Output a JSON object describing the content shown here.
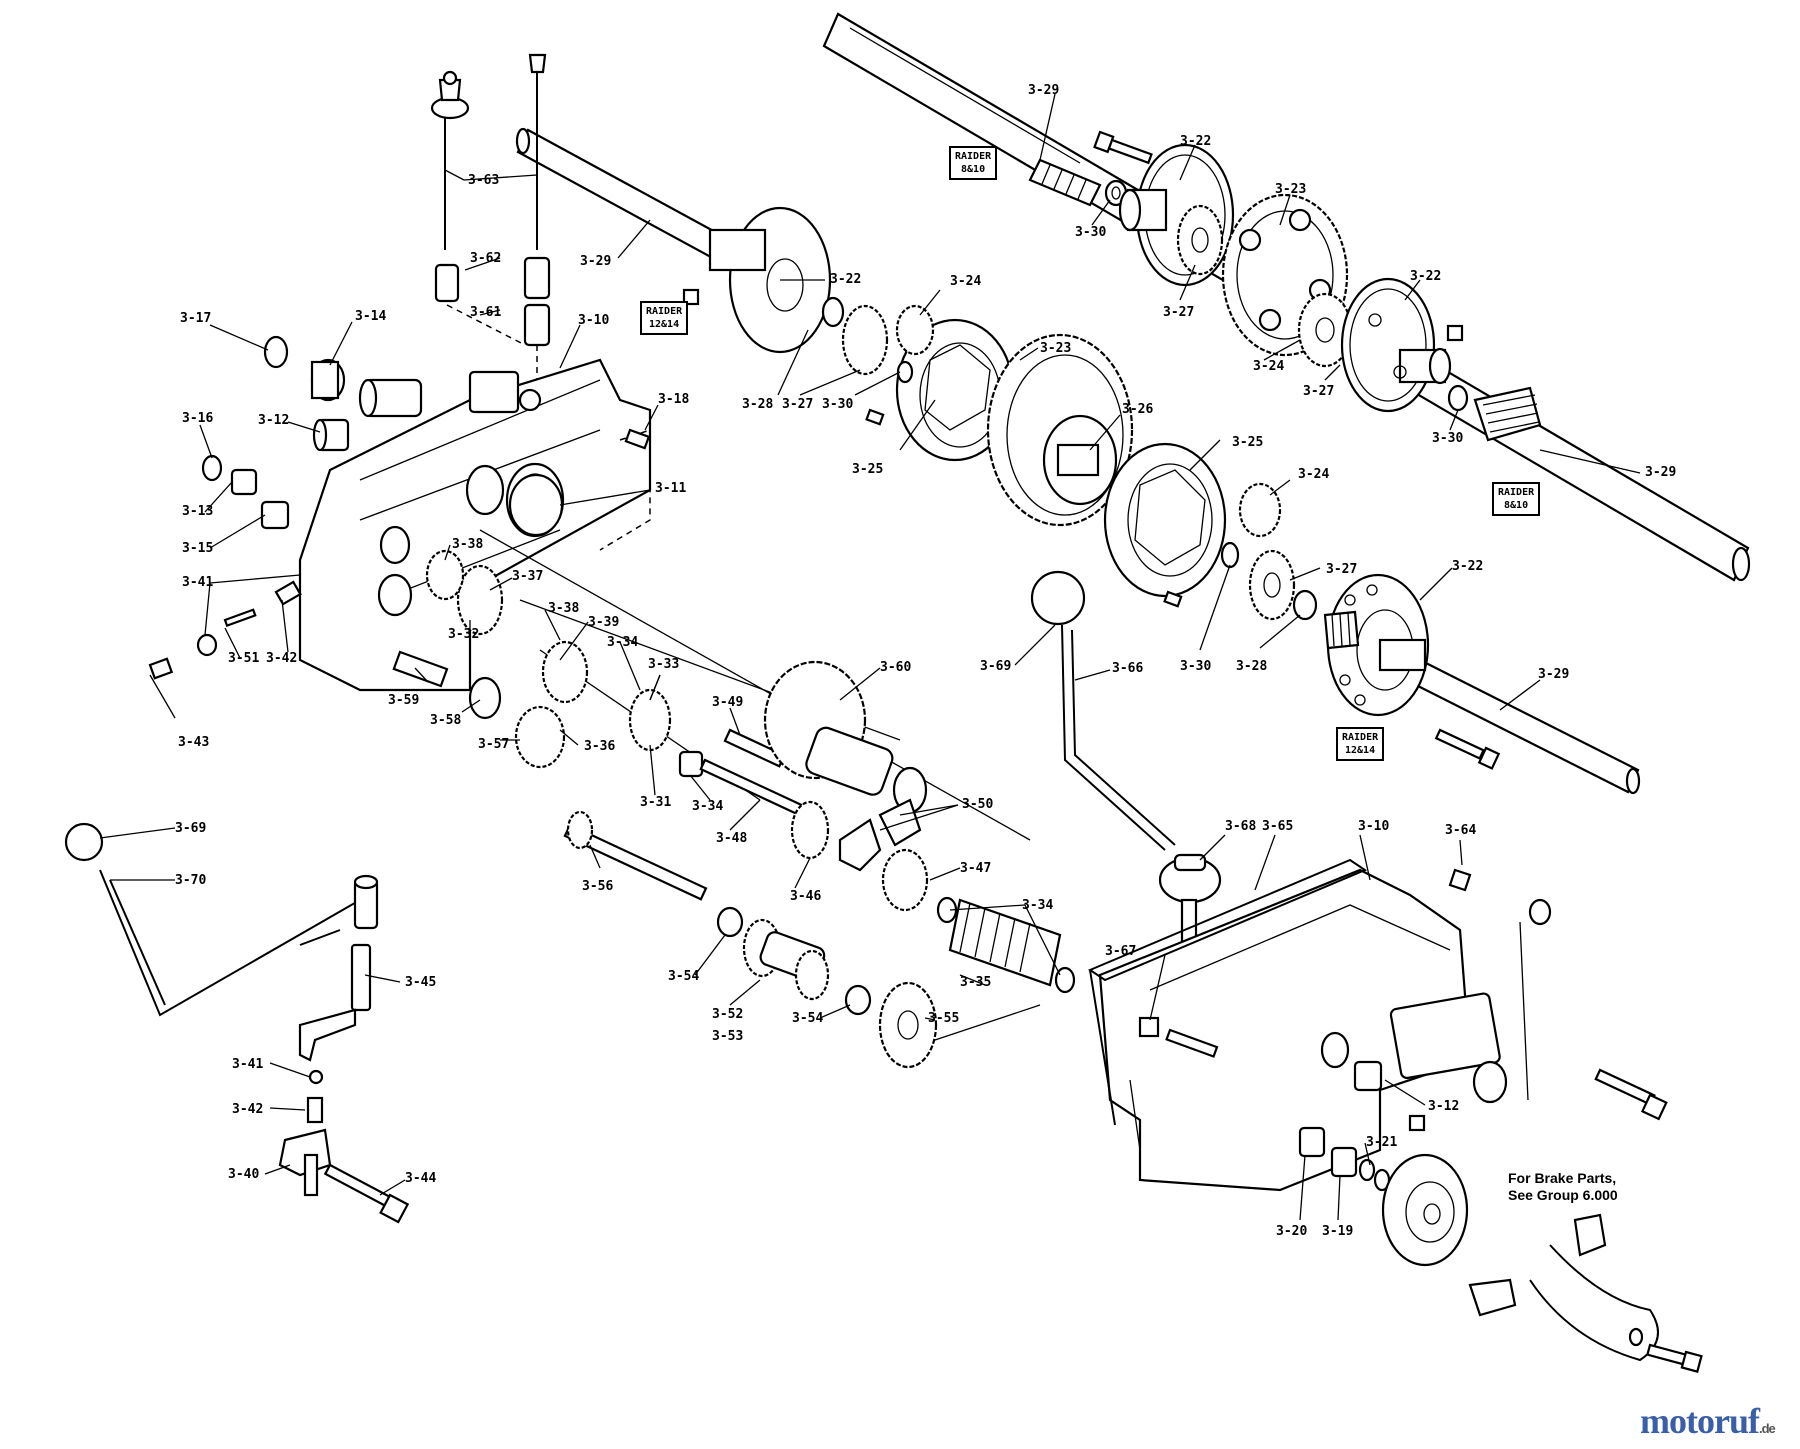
{
  "labels": [
    {
      "id": "3-29a",
      "text": "3-29"
    },
    {
      "id": "3-22a",
      "text": "3-22"
    },
    {
      "id": "3-23a",
      "text": "3-23"
    },
    {
      "id": "3-30a",
      "text": "3-30"
    },
    {
      "id": "3-27a",
      "text": "3-27"
    },
    {
      "id": "3-24a",
      "text": "3-24"
    },
    {
      "id": "3-27b",
      "text": "3-27"
    },
    {
      "id": "3-22b",
      "text": "3-22"
    },
    {
      "id": "3-30b",
      "text": "3-30"
    },
    {
      "id": "3-29b",
      "text": "3-29"
    },
    {
      "id": "3-63",
      "text": "3-63"
    },
    {
      "id": "3-62",
      "text": "3-62"
    },
    {
      "id": "3-61",
      "text": "3-61"
    },
    {
      "id": "3-29c",
      "text": "3-29"
    },
    {
      "id": "3-22c",
      "text": "3-22"
    },
    {
      "id": "3-24b",
      "text": "3-24"
    },
    {
      "id": "3-23b",
      "text": "3-23"
    },
    {
      "id": "3-28a",
      "text": "3-28"
    },
    {
      "id": "3-27c",
      "text": "3-27"
    },
    {
      "id": "3-30c",
      "text": "3-30"
    },
    {
      "id": "3-25a",
      "text": "3-25"
    },
    {
      "id": "3-26",
      "text": "3-26"
    },
    {
      "id": "3-25b",
      "text": "3-25"
    },
    {
      "id": "3-24c",
      "text": "3-24"
    },
    {
      "id": "3-27d",
      "text": "3-27"
    },
    {
      "id": "3-22d",
      "text": "3-22"
    },
    {
      "id": "3-30d",
      "text": "3-30"
    },
    {
      "id": "3-28b",
      "text": "3-28"
    },
    {
      "id": "3-29d",
      "text": "3-29"
    },
    {
      "id": "3-17",
      "text": "3-17"
    },
    {
      "id": "3-14",
      "text": "3-14"
    },
    {
      "id": "3-10a",
      "text": "3-10"
    },
    {
      "id": "3-18",
      "text": "3-18"
    },
    {
      "id": "3-16",
      "text": "3-16"
    },
    {
      "id": "3-12a",
      "text": "3-12"
    },
    {
      "id": "3-11",
      "text": "3-11"
    },
    {
      "id": "3-13",
      "text": "3-13"
    },
    {
      "id": "3-15",
      "text": "3-15"
    },
    {
      "id": "3-38a",
      "text": "3-38"
    },
    {
      "id": "3-37",
      "text": "3-37"
    },
    {
      "id": "3-38b",
      "text": "3-38"
    },
    {
      "id": "3-41a",
      "text": "3-41"
    },
    {
      "id": "3-39",
      "text": "3-39"
    },
    {
      "id": "3-32",
      "text": "3-32"
    },
    {
      "id": "3-34a",
      "text": "3-34"
    },
    {
      "id": "3-51",
      "text": "3-51"
    },
    {
      "id": "3-42a",
      "text": "3-42"
    },
    {
      "id": "3-33",
      "text": "3-33"
    },
    {
      "id": "3-59",
      "text": "3-59"
    },
    {
      "id": "3-60",
      "text": "3-60"
    },
    {
      "id": "3-58",
      "text": "3-58"
    },
    {
      "id": "3-49",
      "text": "3-49"
    },
    {
      "id": "3-43",
      "text": "3-43"
    },
    {
      "id": "3-57",
      "text": "3-57"
    },
    {
      "id": "3-36",
      "text": "3-36"
    },
    {
      "id": "3-31",
      "text": "3-31"
    },
    {
      "id": "3-34b",
      "text": "3-34"
    },
    {
      "id": "3-50",
      "text": "3-50"
    },
    {
      "id": "3-48",
      "text": "3-48"
    },
    {
      "id": "3-69a",
      "text": "3-69"
    },
    {
      "id": "3-66",
      "text": "3-66"
    },
    {
      "id": "3-69b",
      "text": "3-69"
    },
    {
      "id": "3-70",
      "text": "3-70"
    },
    {
      "id": "3-46",
      "text": "3-46"
    },
    {
      "id": "3-47",
      "text": "3-47"
    },
    {
      "id": "3-56",
      "text": "3-56"
    },
    {
      "id": "3-68",
      "text": "3-68"
    },
    {
      "id": "3-65",
      "text": "3-65"
    },
    {
      "id": "3-10b",
      "text": "3-10"
    },
    {
      "id": "3-64",
      "text": "3-64"
    },
    {
      "id": "3-34c",
      "text": "3-34"
    },
    {
      "id": "3-45",
      "text": "3-45"
    },
    {
      "id": "3-54a",
      "text": "3-54"
    },
    {
      "id": "3-35",
      "text": "3-35"
    },
    {
      "id": "3-67",
      "text": "3-67"
    },
    {
      "id": "3-52",
      "text": "3-52"
    },
    {
      "id": "3-53",
      "text": "3-53"
    },
    {
      "id": "3-54b",
      "text": "3-54"
    },
    {
      "id": "3-55",
      "text": "3-55"
    },
    {
      "id": "3-41b",
      "text": "3-41"
    },
    {
      "id": "3-42b",
      "text": "3-42"
    },
    {
      "id": "3-12b",
      "text": "3-12"
    },
    {
      "id": "3-21",
      "text": "3-21"
    },
    {
      "id": "3-40",
      "text": "3-40"
    },
    {
      "id": "3-44",
      "text": "3-44"
    },
    {
      "id": "3-20",
      "text": "3-20"
    },
    {
      "id": "3-19",
      "text": "3-19"
    }
  ],
  "model_boxes": [
    {
      "id": "raider-8610-a",
      "line1": "RAIDER",
      "line2": "8&10"
    },
    {
      "id": "raider-12614-a",
      "line1": "RAIDER",
      "line2": "12&14"
    },
    {
      "id": "raider-8610-b",
      "line1": "RAIDER",
      "line2": "8&10"
    },
    {
      "id": "raider-12614-b",
      "line1": "RAIDER",
      "line2": "12&14"
    }
  ],
  "note": {
    "line1": "For Brake Parts,",
    "line2": "See Group 6.000"
  },
  "brand": {
    "name": "motoruf",
    "suffix": ".de"
  }
}
